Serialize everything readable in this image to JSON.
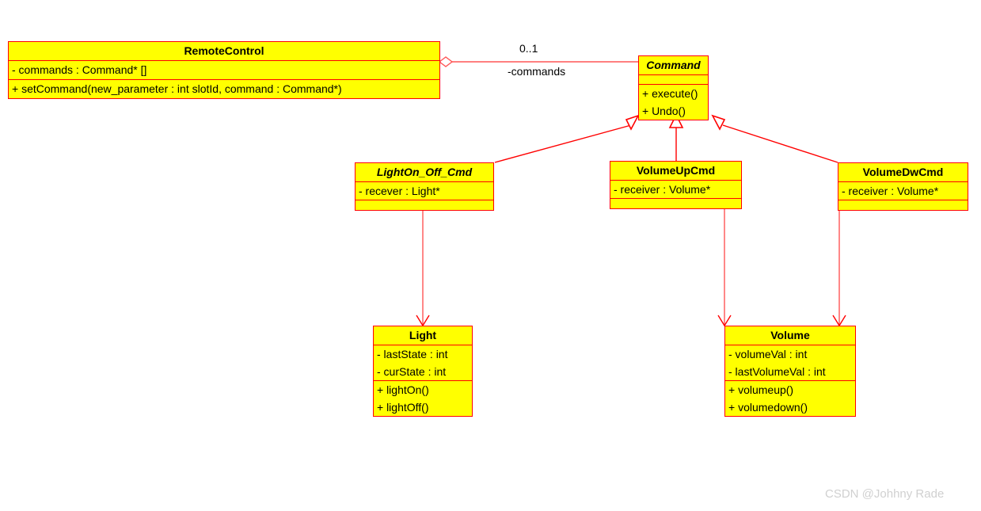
{
  "diagram": {
    "title": "Command Pattern UML Class Diagram",
    "colors": {
      "class_fill": "#ffff00",
      "class_border": "#ff0000",
      "edge": "#ff0000",
      "text": "#000000",
      "background": "#ffffff",
      "watermark": "#d0d0d0"
    },
    "classes": [
      {
        "id": "remote-control",
        "name": "RemoteControl",
        "abstract": false,
        "attributes": [
          "- commands : Command* []"
        ],
        "operations": [
          "+ setCommand(new_parameter : int slotId, command : Command*)"
        ]
      },
      {
        "id": "command",
        "name": "Command",
        "abstract": true,
        "attributes": [],
        "operations": [
          "+ execute()",
          "+ Undo()"
        ]
      },
      {
        "id": "lighton-off-cmd",
        "name": "LightOn_Off_Cmd",
        "abstract": true,
        "attributes": [
          "- recever : Light*"
        ],
        "operations": []
      },
      {
        "id": "volume-up-cmd",
        "name": "VolumeUpCmd",
        "abstract": false,
        "attributes": [
          "- receiver : Volume*"
        ],
        "operations": []
      },
      {
        "id": "volume-dw-cmd",
        "name": "VolumeDwCmd",
        "abstract": false,
        "attributes": [
          "- receiver : Volume*"
        ],
        "operations": []
      },
      {
        "id": "light",
        "name": "Light",
        "abstract": false,
        "attributes": [
          "- lastState : int",
          "- curState : int"
        ],
        "operations": [
          "+ lightOn()",
          "+ lightOff()"
        ]
      },
      {
        "id": "volume",
        "name": "Volume",
        "abstract": false,
        "attributes": [
          "- volumeVal : int",
          "- lastVolumeVal : int"
        ],
        "operations": [
          "+ volumeup()",
          "+ volumedown()"
        ]
      }
    ],
    "relations": [
      {
        "id": "remote-command-aggregation",
        "type": "aggregation",
        "from": "remote-control",
        "to": "command",
        "multiplicity": "0..1",
        "role": "-commands"
      },
      {
        "id": "lighton-command-generalization",
        "type": "generalization",
        "from": "lighton-off-cmd",
        "to": "command"
      },
      {
        "id": "volumeup-command-generalization",
        "type": "generalization",
        "from": "volume-up-cmd",
        "to": "command"
      },
      {
        "id": "volumedw-command-generalization",
        "type": "generalization",
        "from": "volume-dw-cmd",
        "to": "command"
      },
      {
        "id": "lighton-light-association",
        "type": "association",
        "from": "lighton-off-cmd",
        "to": "light"
      },
      {
        "id": "volumeup-volume-association",
        "type": "association",
        "from": "volume-up-cmd",
        "to": "volume"
      },
      {
        "id": "volumedw-volume-association",
        "type": "association",
        "from": "volume-dw-cmd",
        "to": "volume"
      }
    ],
    "watermark": "CSDN @Johhny Rade"
  }
}
